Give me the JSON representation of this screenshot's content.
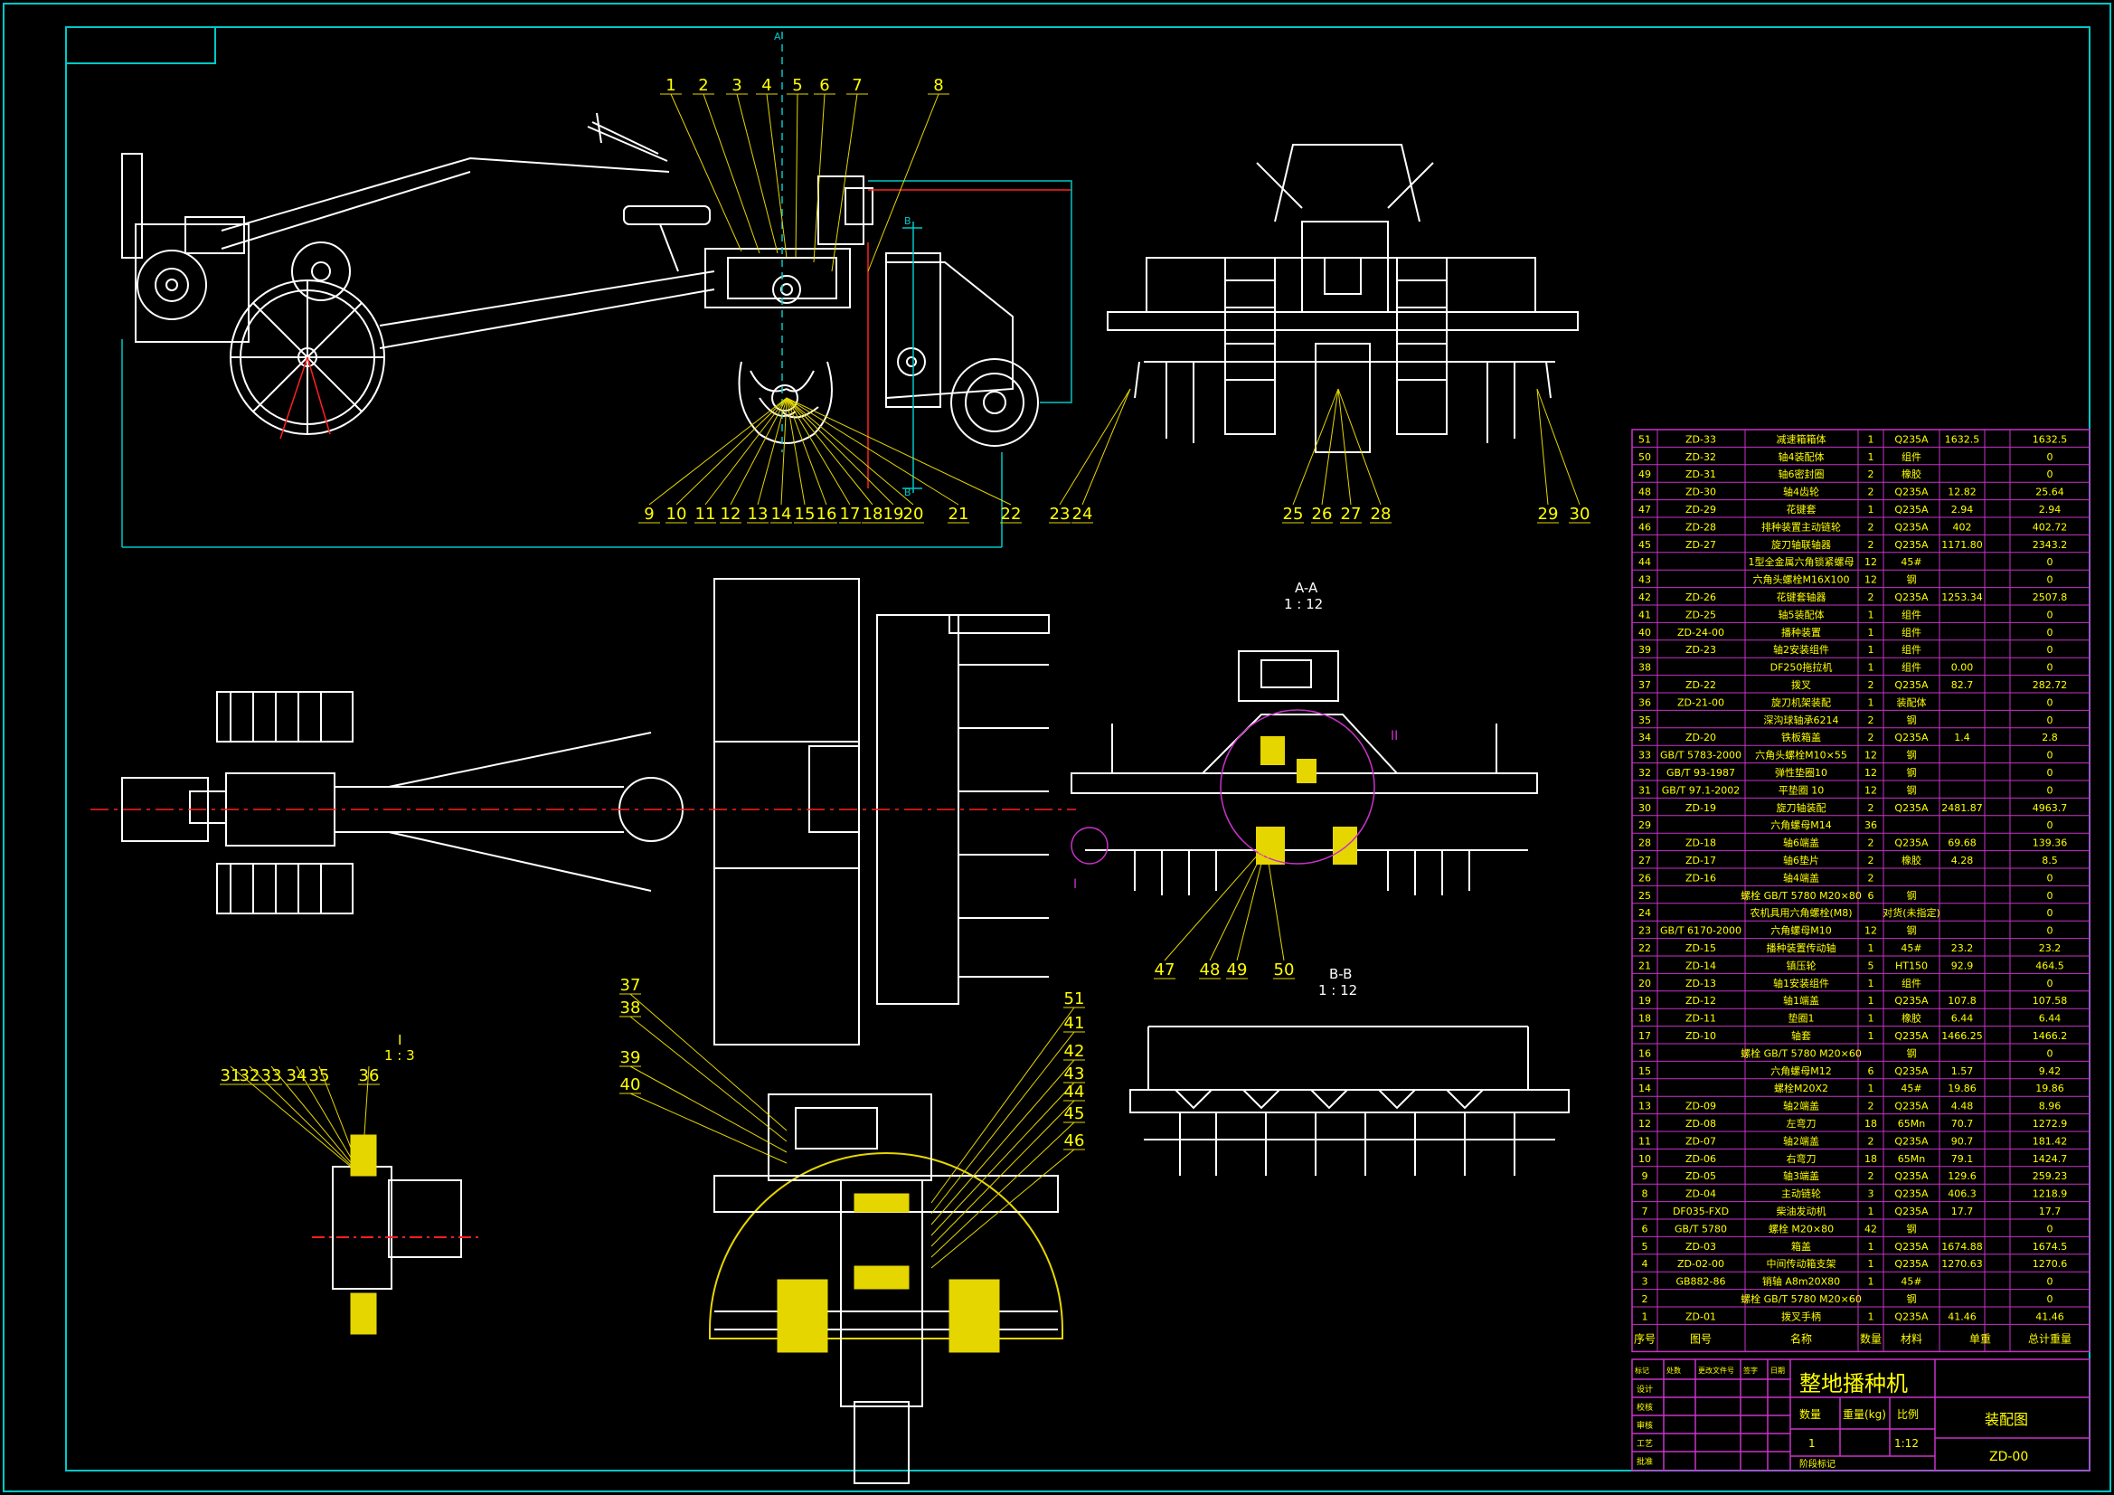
{
  "balloons_top": [
    "1",
    "2",
    "3",
    "4",
    "5",
    "6",
    "7",
    "8"
  ],
  "balloons_bottom": [
    "9",
    "10",
    "11",
    "12",
    "13",
    "14",
    "15",
    "16",
    "17",
    "18",
    "19",
    "20",
    "21",
    "22"
  ],
  "balloons_front_left": [
    "23",
    "24"
  ],
  "balloons_front_mid": [
    "25",
    "26",
    "27",
    "28"
  ],
  "balloons_front_right": [
    "29",
    "30"
  ],
  "balloons_detail_i": [
    "31",
    "32",
    "33",
    "34",
    "35",
    "36"
  ],
  "balloons_detail_left": [
    "37",
    "38",
    "39",
    "40"
  ],
  "balloons_detail_right": [
    "51",
    "41",
    "42",
    "43",
    "44",
    "45",
    "46"
  ],
  "balloons_aa": [
    "47",
    "48",
    "49",
    "50"
  ],
  "view_labels": {
    "aa_title": "A-A",
    "aa_scale": "1 : 12",
    "bb_title": "B-B",
    "bb_scale": "1 : 12",
    "i_title": "I",
    "i_scale": "1 : 3",
    "ii_mark": "II",
    "i_mark": "I",
    "section_a": "A",
    "section_b": "B"
  },
  "parts_rows": [
    [
      "51",
      "ZD-33",
      "减速箱箱体",
      "1",
      "Q235A",
      "1632.5",
      "1632.5"
    ],
    [
      "50",
      "ZD-32",
      "轴4装配体",
      "1",
      "组件",
      "",
      "0"
    ],
    [
      "49",
      "ZD-31",
      "轴6密封圈",
      "2",
      "橡胶",
      "",
      "0"
    ],
    [
      "48",
      "ZD-30",
      "轴4齿轮",
      "2",
      "Q235A",
      "12.82",
      "25.64"
    ],
    [
      "47",
      "ZD-29",
      "花键套",
      "1",
      "Q235A",
      "2.94",
      "2.94"
    ],
    [
      "46",
      "ZD-28",
      "排种装置主动链轮",
      "2",
      "Q235A",
      "402",
      "402.72"
    ],
    [
      "45",
      "ZD-27",
      "旋刀轴联轴器",
      "2",
      "Q235A",
      "1171.80",
      "2343.2"
    ],
    [
      "44",
      "",
      "1型全金属六角锁紧螺母",
      "12",
      "45#",
      "",
      "0"
    ],
    [
      "43",
      "",
      "六角头螺栓M16X100",
      "12",
      "钢",
      "",
      "0"
    ],
    [
      "42",
      "ZD-26",
      "花键套轴器",
      "2",
      "Q235A",
      "1253.34",
      "2507.8"
    ],
    [
      "41",
      "ZD-25",
      "轴5装配体",
      "1",
      "组件",
      "",
      "0"
    ],
    [
      "40",
      "ZD-24-00",
      "播种装置",
      "1",
      "组件",
      "",
      "0"
    ],
    [
      "39",
      "ZD-23",
      "轴2安装组件",
      "1",
      "组件",
      "",
      "0"
    ],
    [
      "38",
      "",
      "DF250拖拉机",
      "1",
      "组件",
      "0.00",
      "0"
    ],
    [
      "37",
      "ZD-22",
      "拨叉",
      "2",
      "Q235A",
      "82.7",
      "282.72"
    ],
    [
      "36",
      "ZD-21-00",
      "旋刀机架装配",
      "1",
      "装配体",
      "",
      "0"
    ],
    [
      "35",
      "",
      "深沟球轴承6214",
      "2",
      "钢",
      "",
      "0"
    ],
    [
      "34",
      "ZD-20",
      "铁板箱盖",
      "2",
      "Q235A",
      "1.4",
      "2.8"
    ],
    [
      "33",
      "GB/T 5783-2000",
      "六角头螺栓M10×55",
      "12",
      "钢",
      "",
      "0"
    ],
    [
      "32",
      "GB/T 93-1987",
      "弹性垫圈10",
      "12",
      "钢",
      "",
      "0"
    ],
    [
      "31",
      "GB/T 97.1-2002",
      "平垫圈 10",
      "12",
      "钢",
      "",
      "0"
    ],
    [
      "30",
      "ZD-19",
      "旋刀轴装配",
      "2",
      "Q235A",
      "2481.87",
      "4963.7"
    ],
    [
      "29",
      "",
      "六角螺母M14",
      "36",
      "",
      "",
      "0"
    ],
    [
      "28",
      "ZD-18",
      "轴6端盖",
      "2",
      "Q235A",
      "69.68",
      "139.36"
    ],
    [
      "27",
      "ZD-17",
      "轴6垫片",
      "2",
      "橡胶",
      "4.28",
      "8.5"
    ],
    [
      "26",
      "ZD-16",
      "轴4端盖",
      "2",
      "",
      "",
      "0"
    ],
    [
      "25",
      "",
      "螺栓 GB/T 5780 M20×80",
      "6",
      "钢",
      "",
      "0"
    ],
    [
      "24",
      "",
      "农机具用六角螺栓(M8)",
      "",
      "对货(未指定)",
      "",
      "0"
    ],
    [
      "23",
      "GB/T 6170-2000",
      "六角螺母M10",
      "12",
      "钢",
      "",
      "0"
    ],
    [
      "22",
      "ZD-15",
      "播种装置传动轴",
      "1",
      "45#",
      "23.2",
      "23.2"
    ],
    [
      "21",
      "ZD-14",
      "镇压轮",
      "5",
      "HT150",
      "92.9",
      "464.5"
    ],
    [
      "20",
      "ZD-13",
      "轴1安装组件",
      "1",
      "组件",
      "",
      "0"
    ],
    [
      "19",
      "ZD-12",
      "轴1端盖",
      "1",
      "Q235A",
      "107.8",
      "107.58"
    ],
    [
      "18",
      "ZD-11",
      "垫圈1",
      "1",
      "橡胶",
      "6.44",
      "6.44"
    ],
    [
      "17",
      "ZD-10",
      "轴套",
      "1",
      "Q235A",
      "1466.25",
      "1466.2"
    ],
    [
      "16",
      "",
      "螺栓 GB/T 5780 M20×60",
      "",
      "钢",
      "",
      "0"
    ],
    [
      "15",
      "",
      "六角螺母M12",
      "6",
      "Q235A",
      "1.57",
      "9.42"
    ],
    [
      "14",
      "",
      "螺栓M20X2",
      "1",
      "45#",
      "19.86",
      "19.86"
    ],
    [
      "13",
      "ZD-09",
      "轴2端盖",
      "2",
      "Q235A",
      "4.48",
      "8.96"
    ],
    [
      "12",
      "ZD-08",
      "左弯刀",
      "18",
      "65Mn",
      "70.7",
      "1272.9"
    ],
    [
      "11",
      "ZD-07",
      "轴2端盖",
      "2",
      "Q235A",
      "90.7",
      "181.42"
    ],
    [
      "10",
      "ZD-06",
      "右弯刀",
      "18",
      "65Mn",
      "79.1",
      "1424.7"
    ],
    [
      "9",
      "ZD-05",
      "轴3端盖",
      "2",
      "Q235A",
      "129.6",
      "259.23"
    ],
    [
      "8",
      "ZD-04",
      "主动链轮",
      "3",
      "Q235A",
      "406.3",
      "1218.9"
    ],
    [
      "7",
      "DF035-FXD",
      "柴油发动机",
      "1",
      "Q235A",
      "17.7",
      "17.7"
    ],
    [
      "6",
      "GB/T 5780",
      "螺栓 M20×80",
      "42",
      "钢",
      "",
      "0"
    ],
    [
      "5",
      "ZD-03",
      "箱盖",
      "1",
      "Q235A",
      "1674.88",
      "1674.5"
    ],
    [
      "4",
      "ZD-02-00",
      "中间传动箱支架",
      "1",
      "Q235A",
      "1270.63",
      "1270.6"
    ],
    [
      "3",
      "GB882-86",
      "销轴 A8m20X80",
      "1",
      "45#",
      "",
      "0"
    ],
    [
      "2",
      "",
      "螺栓 GB/T 5780 M20×60",
      "",
      "钢",
      "",
      "0"
    ],
    [
      "1",
      "ZD-01",
      "拨叉手柄",
      "1",
      "Q235A",
      "41.46",
      "41.46"
    ]
  ],
  "parts_header": {
    "no": "序号",
    "code": "图号",
    "name": "名称",
    "qty": "数量",
    "material": "材料",
    "single_weight": "单重",
    "total_weight": "总计重量"
  },
  "title_block": {
    "machine_name": "整地播种机",
    "drawing_type": "装配图",
    "drawing_number": "ZD-00",
    "qty_label": "数量",
    "weight_label": "重量(kg)",
    "scale_label": "比例",
    "qty_value": "1",
    "scale_value": "1:12",
    "mark_label": "标记",
    "count_label": "处数",
    "zone_label": "更改文件号",
    "sign_label": "签字",
    "date_label": "日期",
    "designer_label": "设计",
    "checker_label": "校核",
    "review_label": "审核",
    "process_label": "工艺",
    "approve_label": "批准",
    "stage_label": "阶段标记"
  },
  "colors": {
    "background": "#000000",
    "lines": "#ffffff",
    "balloon": "#ffff00",
    "table": "#ff00ff",
    "frame": "#00ffff",
    "center": "#ff0000"
  }
}
